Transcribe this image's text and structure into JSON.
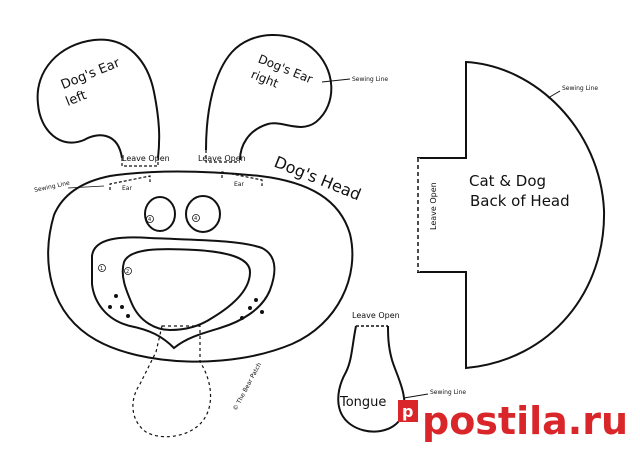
{
  "pattern": {
    "ear_left": {
      "title_line1": "Dog's Ear",
      "title_line2": "left"
    },
    "ear_right": {
      "title_line1": "Dog's Ear",
      "title_line2": "right"
    },
    "dog_head": {
      "title": "Dog's Head",
      "ear_marks": [
        "Ear",
        "Ear"
      ],
      "eye_marks": [
        "4",
        "4"
      ],
      "nose_marks": [
        "1",
        "2"
      ]
    },
    "back_of_head": {
      "title_line1": "Cat & Dog",
      "title_line2": "Back of Head",
      "leave_open": "Leave Open"
    },
    "tongue": {
      "title": "Tongue",
      "leave_open": "Leave Open"
    },
    "labels": {
      "sewing_line_top": "Sewing Line",
      "sewing_line_right": "Sewing Line",
      "sewing_line_left": "Sewing Line",
      "sewing_line_tongue": "Sewing Line",
      "leave_open_left_ear": "Leave Open",
      "leave_open_right_ear": "Leave Open"
    },
    "copyright": "© The Bear Patch"
  },
  "watermark": {
    "brand": "postila.ru",
    "brand_color": "#d9262a",
    "logo_icon": "p-letter-icon"
  }
}
